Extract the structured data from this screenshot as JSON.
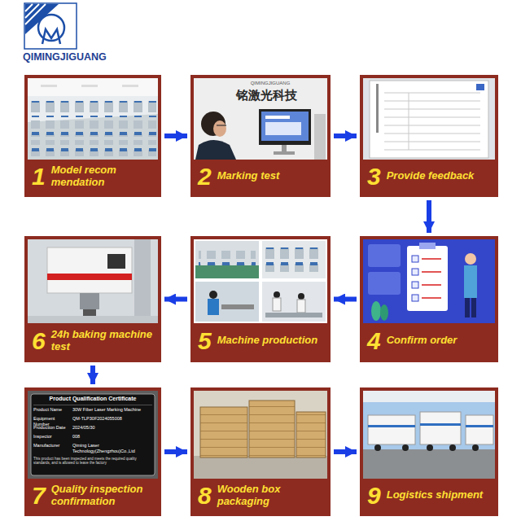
{
  "diagram": {
    "nodes": [
      {
        "text": [
          "1",
          "Model recom mendation"
        ]
      },
      {
        "text": [
          "2",
          "Marking test"
        ]
      },
      {
        "text": [
          "3",
          "Provide feedback"
        ]
      },
      {
        "text": [
          "4",
          "Confirm order"
        ]
      },
      {
        "text": [
          "5",
          "Machine production"
        ]
      },
      {
        "text": [
          "6",
          "24h baking machine test"
        ]
      },
      {
        "text": [
          "7",
          "Quality inspection confirmation"
        ]
      },
      {
        "text": [
          "8",
          "Wooden box packaging"
        ]
      },
      {
        "text": [
          "9",
          "Logistics shipment"
        ]
      }
    ],
    "edges": [
      {
        "from": 0,
        "to": 1,
        "arrow": "to"
      },
      {
        "from": 1,
        "to": 2,
        "arrow": "to"
      },
      {
        "from": 2,
        "to": 3,
        "arrow": "to"
      },
      {
        "from": 3,
        "to": 4,
        "arrow": "to"
      },
      {
        "from": 4,
        "to": 5,
        "arrow": "to"
      },
      {
        "from": 5,
        "to": 6,
        "arrow": "to"
      },
      {
        "from": 6,
        "to": 7,
        "arrow": "to"
      },
      {
        "from": 7,
        "to": 8,
        "arrow": "to"
      }
    ],
    "labels": [
      "QIMINGJIGUANG",
      "QIMINGJIGUANG",
      "铭激光科技",
      "Product Qualification Certificate",
      "Product Name",
      "30W Fiber Laser Marking Machine",
      "Equipment Number",
      "QM-TLP30F2024055008",
      "Production Date",
      "2024/05/30",
      "Inspector",
      "008",
      "Manufacturer",
      "Qiming Laser Technology(Zhengzhou)Co.,Ltd",
      "This product has been inspected and meets the required quality standards, and is allowed to leave the factory"
    ]
  }
}
